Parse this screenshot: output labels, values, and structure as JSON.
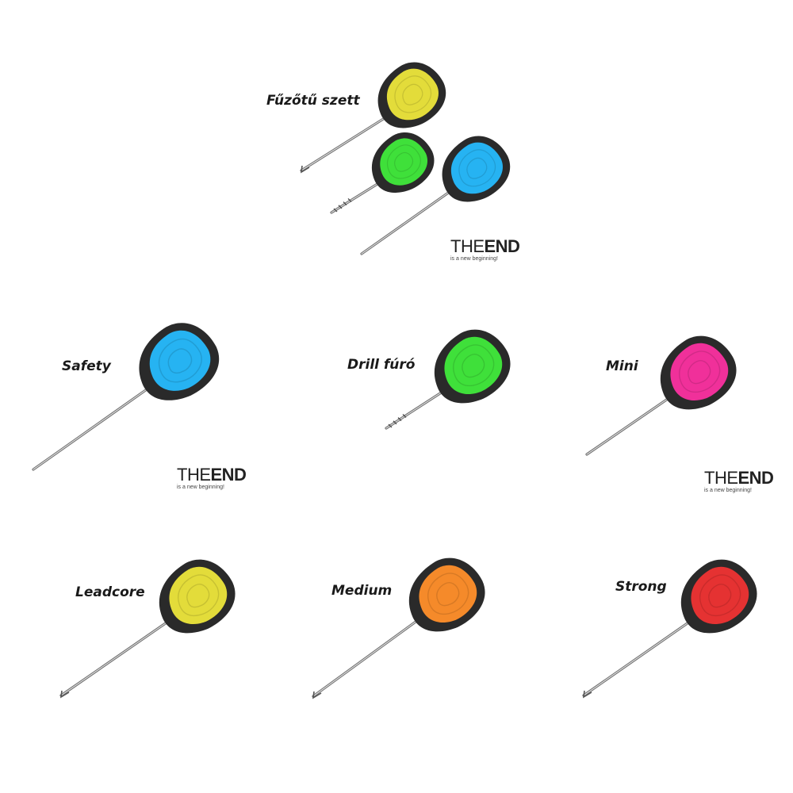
{
  "labels": {
    "set": "Fűzőtű szett",
    "safety": "Safety",
    "drill": "Drill fúró",
    "mini": "Mini",
    "leadcore": "Leadcore",
    "medium": "Medium",
    "strong": "Strong"
  },
  "logo": {
    "word1": "THE",
    "word2": "END",
    "tagline": "is a new beginning!"
  },
  "handle_colors": {
    "yellow": "#e3dc3a",
    "green": "#3fe03a",
    "blue": "#26b3f2",
    "pink": "#f0309a",
    "orange": "#f58a2a",
    "red": "#e53232"
  }
}
